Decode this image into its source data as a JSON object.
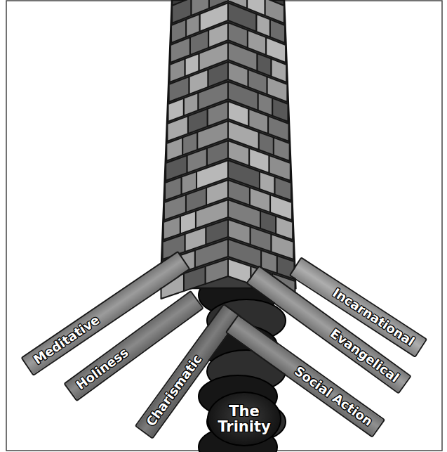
{
  "diagram": {
    "nodes": [
      {
        "text": [
          "Meditative"
        ]
      },
      {
        "text": [
          "Holiness"
        ]
      },
      {
        "text": [
          "Charismatic"
        ]
      },
      {
        "text": [
          "Incarnational"
        ]
      },
      {
        "text": [
          "Evangelical"
        ]
      },
      {
        "text": [
          "Social Action"
        ]
      },
      {
        "text": [
          "The Trinity"
        ]
      }
    ]
  }
}
